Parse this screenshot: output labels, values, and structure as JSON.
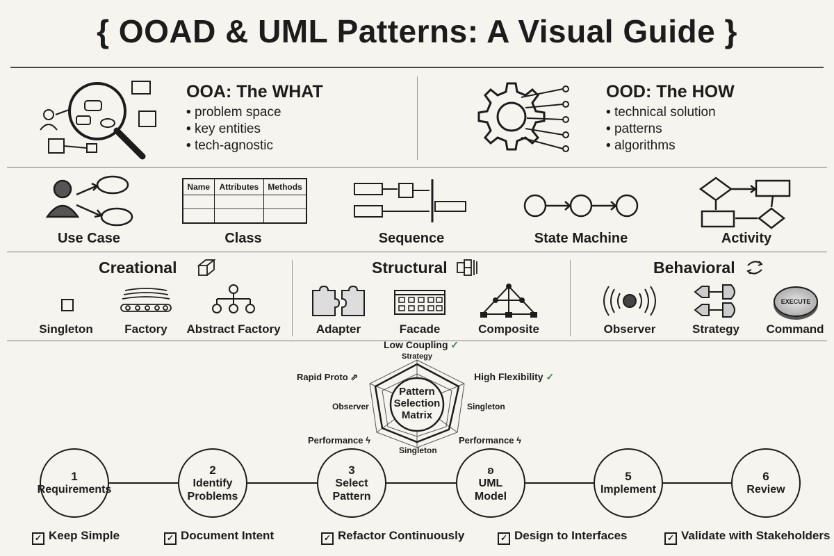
{
  "title": "{ OOAD & UML Patterns: A Visual Guide }",
  "ooa": {
    "heading": "OOA: The WHAT",
    "bullets": [
      "problem space",
      "key entities",
      "tech-agnostic"
    ]
  },
  "ood": {
    "heading": "OOD: The HOW",
    "bullets": [
      "technical solution",
      "patterns",
      "algorithms"
    ]
  },
  "uml_diagrams": {
    "use_case": "Use Case",
    "class": "Class",
    "class_columns": [
      "Name",
      "Attributes",
      "Methods"
    ],
    "sequence": "Sequence",
    "state_machine": "State Machine",
    "activity": "Activity"
  },
  "categories": {
    "creational": {
      "label": "Creational",
      "patterns": [
        "Singleton",
        "Factory",
        "Abstract Factory"
      ]
    },
    "structural": {
      "label": "Structural",
      "patterns": [
        "Adapter",
        "Facade",
        "Composite"
      ]
    },
    "behavioral": {
      "label": "Behavioral",
      "patterns": [
        "Observer",
        "Strategy",
        "Command"
      ],
      "command_key": "EXECUTE"
    }
  },
  "radar": {
    "center_line1": "Pattern",
    "center_line2": "Selection",
    "center_line3": "Matrix",
    "top_label": "Low Coupling",
    "top_inner": "Strategy",
    "upper_left": "Rapid Proto",
    "upper_right": "High Flexibility",
    "mid_left": "Observer",
    "mid_right": "Singleton",
    "lower_left": "Performance",
    "lower_right": "Performance",
    "bottom_inner": "Singleton"
  },
  "process": {
    "steps": [
      {
        "num": "1",
        "label": "Requirements"
      },
      {
        "num": "2",
        "label": "Identify Problems"
      },
      {
        "num": "3",
        "label": "Select Pattern"
      },
      {
        "num": "ʚ",
        "label": "UML Model"
      },
      {
        "num": "5",
        "label": "Implement"
      },
      {
        "num": "6",
        "label": "Review"
      }
    ]
  },
  "tips": [
    "Keep Simple",
    "Document Intent",
    "Refactor Continuously",
    "Design to Interfaces",
    "Validate with Stakeholders"
  ],
  "colors": {
    "background": "#f5f4ef",
    "ink": "#1c1c1c",
    "check": "#2e8b3a"
  }
}
